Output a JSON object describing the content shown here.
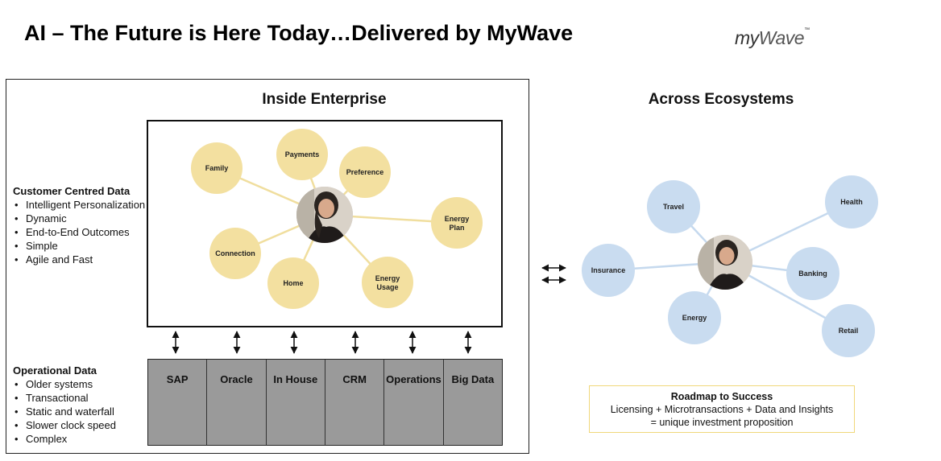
{
  "header": {
    "title": "AI – The Future is Here Today…Delivered by MyWave",
    "logo_text_1": "my",
    "logo_text_2": "Wave",
    "logo_mark": "™"
  },
  "inside": {
    "title": "Inside Enterprise",
    "nodes": [
      "Family",
      "Payments",
      "Preference",
      "Energy Plan",
      "Connection",
      "Home",
      "Energy Usage"
    ]
  },
  "across": {
    "title": "Across Ecosystems",
    "nodes": [
      "Travel",
      "Health",
      "Insurance",
      "Banking",
      "Energy",
      "Retail"
    ]
  },
  "customer_data": {
    "heading": "Customer Centred Data",
    "items": [
      "Intelligent Personalization",
      "Dynamic",
      "End-to-End Outcomes",
      "Simple",
      "Agile and Fast"
    ]
  },
  "operational_data": {
    "heading": "Operational Data",
    "items": [
      "Older systems",
      "Transactional",
      "Static and waterfall",
      "Slower clock speed",
      "Complex"
    ]
  },
  "systems": [
    "SAP",
    "Oracle",
    "In House",
    "CRM",
    "Operations",
    "Big Data"
  ],
  "roadmap": {
    "title": "Roadmap to Success",
    "line1": "Licensing + Microtransactions + Data and Insights",
    "line2": "= unique investment proposition"
  },
  "colors": {
    "inside_node": "#f3e0a0",
    "across_node": "#c9dcf0",
    "inside_edge": "#f0de9e",
    "across_edge": "#c5d9ee",
    "systems_fill": "#9a9a9a",
    "roadmap_border": "#f0d77a"
  },
  "icons": {
    "customer_photo": "woman-portrait",
    "connector": "double-headed-arrow"
  }
}
